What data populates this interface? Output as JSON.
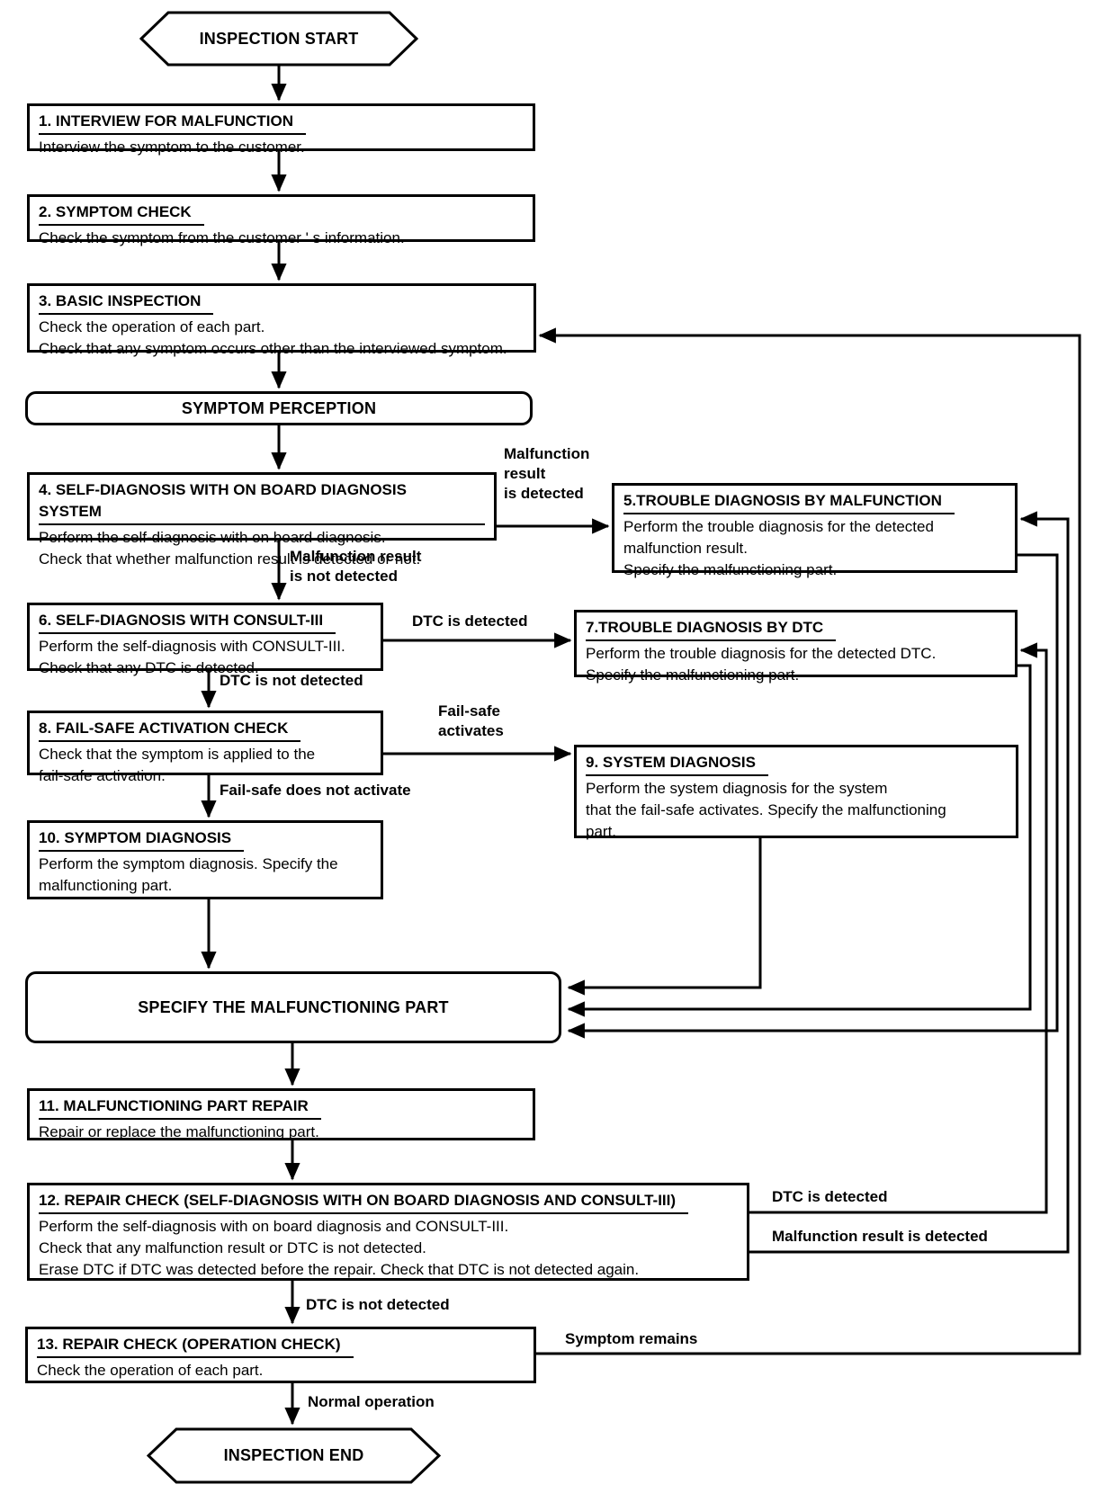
{
  "diagram_title": "Trouble diagnosis inspection flow",
  "nodes": {
    "start": {
      "label": "INSPECTION START"
    },
    "step1": {
      "title": "1. INTERVIEW FOR MALFUNCTION",
      "body": "Interview the symptom to the customer."
    },
    "step2": {
      "title": "2. SYMPTOM CHECK",
      "body": "Check the symptom from the customer ' s information."
    },
    "step3": {
      "title": "3. BASIC INSPECTION",
      "body": "Check the operation of each part.\nCheck that any symptom occurs other than the interviewed symptom."
    },
    "perception": {
      "label": "SYMPTOM PERCEPTION"
    },
    "step4": {
      "title": "4. SELF-DIAGNOSIS WITH ON BOARD DIAGNOSIS SYSTEM",
      "body": "Perform the self-diagnosis with on board diagnosis.\nCheck that whether malfunction result is detected or not."
    },
    "step5": {
      "title": "5.TROUBLE DIAGNOSIS BY MALFUNCTION",
      "body": "Perform the trouble diagnosis for the detected\nmalfunction result.\nSpecify the malfunctioning part."
    },
    "step6": {
      "title": "6. SELF-DIAGNOSIS WITH CONSULT-III",
      "body": "Perform the self-diagnosis with CONSULT-III.\nCheck that any DTC is detected."
    },
    "step7": {
      "title": "7.TROUBLE DIAGNOSIS BY DTC",
      "body": "Perform the trouble diagnosis for the detected DTC.\nSpecify the malfunctioning part."
    },
    "step8": {
      "title": "8. FAIL-SAFE ACTIVATION CHECK",
      "body": "Check that the symptom is applied to the\nfail-safe activation."
    },
    "step9": {
      "title": "9. SYSTEM DIAGNOSIS",
      "body": "Perform the system diagnosis for the system\nthat the fail-safe activates. Specify the malfunctioning\npart."
    },
    "step10": {
      "title": "10. SYMPTOM DIAGNOSIS",
      "body": "Perform the symptom diagnosis. Specify the\nmalfunctioning part."
    },
    "specify": {
      "label": "SPECIFY THE MALFUNCTIONING PART"
    },
    "step11": {
      "title": "11. MALFUNCTIONING PART REPAIR",
      "body": "Repair or replace the malfunctioning part."
    },
    "step12": {
      "title": "12. REPAIR CHECK (SELF-DIAGNOSIS WITH ON BOARD DIAGNOSIS AND CONSULT-III)",
      "body": "Perform the self-diagnosis with on board diagnosis and CONSULT-III.\nCheck that any malfunction result or DTC is not detected.\nErase DTC if DTC was detected before the repair. Check that DTC is not detected again."
    },
    "step13": {
      "title": "13. REPAIR CHECK (OPERATION CHECK)",
      "body": "Check the operation of each part."
    },
    "end": {
      "label": "INSPECTION END"
    }
  },
  "edge_labels": {
    "malfunction_detected": "Malfunction\nresult\nis detected",
    "malfunction_not_detected": "Malfunction result\nis not detected",
    "dtc_detected": "DTC is detected",
    "dtc_not_detected": "DTC is not detected",
    "fail_safe_activates": "Fail-safe\nactivates",
    "fail_safe_not_activate": "Fail-safe does not activate",
    "repair_dtc_detected": "DTC is detected",
    "repair_malfunction_detected": "Malfunction result is detected",
    "repair_dtc_not_detected": "DTC is not detected",
    "symptom_remains": "Symptom remains",
    "normal_operation": "Normal operation"
  },
  "colors": {
    "line": "#000000",
    "background": "#ffffff",
    "box_fill": "#ffffff",
    "text": "#000000"
  }
}
